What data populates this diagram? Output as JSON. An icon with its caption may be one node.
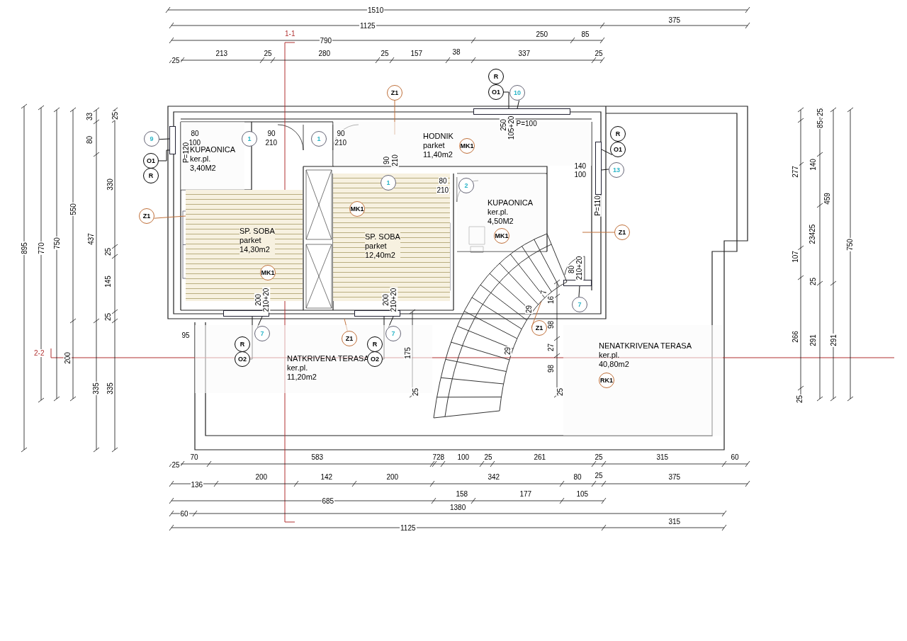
{
  "diagram": {
    "nodes": [
      {
        "text": [
          "KUPAONICA",
          "ker.pl.",
          "3,40M2"
        ]
      },
      {
        "text": [
          "HODNIK",
          "parket",
          "11,40m2"
        ]
      },
      {
        "text": [
          "SP. SOBA",
          "parket",
          "14,30m2"
        ]
      },
      {
        "text": [
          "SP. SOBA",
          "parket",
          "12,40m2"
        ]
      },
      {
        "text": [
          "KUPAONICA",
          "ker.pl.",
          "4,50M2"
        ]
      },
      {
        "text": [
          "NATKRIVENA TERASA",
          "ker.pl.",
          "11,20m2"
        ]
      },
      {
        "text": [
          "NENATKRIVENA TERASA",
          "ker.pl.",
          "40,80m2"
        ]
      },
      {
        "text": [
          "Z1"
        ]
      },
      {
        "text": [
          "R"
        ]
      },
      {
        "text": [
          "O1"
        ]
      },
      {
        "text": [
          "10"
        ]
      },
      {
        "text": [
          "1"
        ]
      },
      {
        "text": [
          "1"
        ]
      },
      {
        "text": [
          "9"
        ]
      },
      {
        "text": [
          "MK1"
        ],
        "in": 1
      },
      {
        "text": [
          "O1"
        ]
      },
      {
        "text": [
          "R"
        ]
      },
      {
        "text": [
          "R"
        ]
      },
      {
        "text": [
          "O1"
        ]
      },
      {
        "text": [
          "13"
        ]
      },
      {
        "text": [
          "1"
        ],
        "in": 3
      },
      {
        "text": [
          "2"
        ],
        "in": 4
      },
      {
        "text": [
          "MK1"
        ],
        "in": 3
      },
      {
        "text": [
          "Z1"
        ]
      },
      {
        "text": [
          "Z1"
        ]
      },
      {
        "text": [
          "MK1"
        ],
        "in": 4
      },
      {
        "text": [
          "MK1"
        ],
        "in": 2
      },
      {
        "text": [
          "7"
        ]
      },
      {
        "text": [
          "Z1"
        ],
        "in": 43
      },
      {
        "text": [
          "7"
        ],
        "in": 5
      },
      {
        "text": [
          "7"
        ],
        "in": 5
      },
      {
        "text": [
          "Z1"
        ],
        "in": 5
      },
      {
        "text": [
          "R"
        ],
        "in": 5
      },
      {
        "text": [
          "R"
        ],
        "in": 5
      },
      {
        "text": [
          "O2"
        ],
        "in": 5
      },
      {
        "text": [
          "O2"
        ],
        "in": 5
      },
      {
        "text": [
          "RK1"
        ],
        "in": 6
      },
      {
        "text": [],
        "shape": "bar"
      },
      {
        "text": [],
        "shape": "bar"
      },
      {
        "text": [],
        "shape": "bar"
      },
      {
        "text": [],
        "shape": "bar"
      },
      {
        "text": [],
        "shape": "bar"
      },
      {
        "text": [],
        "shape": "bar"
      },
      {
        "text": [],
        "shape": "stairs"
      }
    ],
    "edges": [
      {
        "from": 7,
        "to": null,
        "arrow": "none",
        "color": "#c0703a"
      },
      {
        "from": 9,
        "to": 37,
        "arrow": "none"
      },
      {
        "from": 10,
        "to": 37,
        "arrow": "none"
      },
      {
        "from": 13,
        "to": 38,
        "arrow": "none"
      },
      {
        "from": 15,
        "to": 38,
        "arrow": "none"
      },
      {
        "from": 23,
        "to": 2,
        "arrow": "none",
        "color": "#c0703a"
      },
      {
        "from": 18,
        "to": 39,
        "arrow": "none"
      },
      {
        "from": 19,
        "to": 39,
        "arrow": "none"
      },
      {
        "from": 24,
        "to": null,
        "arrow": "none",
        "color": "#c0703a"
      },
      {
        "from": 27,
        "to": 40,
        "arrow": "none"
      },
      {
        "from": 28,
        "to": 43,
        "arrow": "none",
        "color": "#c0703a"
      },
      {
        "from": 29,
        "to": 41,
        "arrow": "none"
      },
      {
        "from": 34,
        "to": 41,
        "arrow": "none"
      },
      {
        "from": 31,
        "to": null,
        "arrow": "none",
        "color": "#c0703a"
      },
      {
        "from": 30,
        "to": 42,
        "arrow": "none"
      },
      {
        "from": 35,
        "to": 42,
        "arrow": "none"
      }
    ],
    "labels": [
      "1510",
      "1125",
      "375",
      "1-1",
      "790",
      "250",
      "85",
      "25",
      "213",
      "25",
      "280",
      "25",
      "157",
      "38",
      "337",
      "25",
      "895",
      "770",
      "750",
      "550",
      "33",
      "80",
      "330",
      "437",
      "25",
      "25",
      "145",
      "25",
      "2-2",
      "200",
      "335",
      "335",
      "25",
      "85",
      "277",
      "140",
      "459",
      "23425",
      "107",
      "25",
      "266",
      "291",
      "291",
      "750",
      "25",
      "25",
      "70",
      "583",
      "728",
      "100",
      "25",
      "261",
      "25",
      "315",
      "60",
      "136",
      "200",
      "142",
      "200",
      "342",
      "80",
      "25",
      "375",
      "685",
      "158",
      "177",
      "105",
      "60",
      "1380",
      "1125",
      "315",
      "80",
      "100",
      "P=120",
      "90",
      "210",
      "90",
      "210",
      "250",
      "105+20",
      "P=100",
      "90",
      "210",
      "80",
      "210",
      "140",
      "100",
      "P=110",
      "80",
      "210+20",
      "200",
      "210+20",
      "200",
      "210+20",
      "95",
      "16",
      "98",
      "27",
      "98",
      "25",
      "175",
      "25",
      "7",
      "29",
      "29"
    ]
  }
}
